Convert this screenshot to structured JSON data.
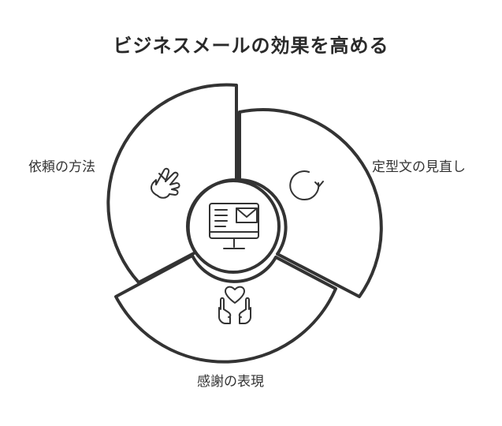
{
  "title": "ビジネスメールの効果を高める",
  "segments": [
    {
      "label": "依頼の方法",
      "icon": "crossed-fingers-icon"
    },
    {
      "label": "定型文の見直し",
      "icon": "refresh-icon"
    },
    {
      "label": "感謝の表現",
      "icon": "heart-hands-icon"
    }
  ],
  "center": {
    "icon": "computer-mail-icon"
  },
  "colors": {
    "stroke": "#333333",
    "background": "#ffffff"
  }
}
